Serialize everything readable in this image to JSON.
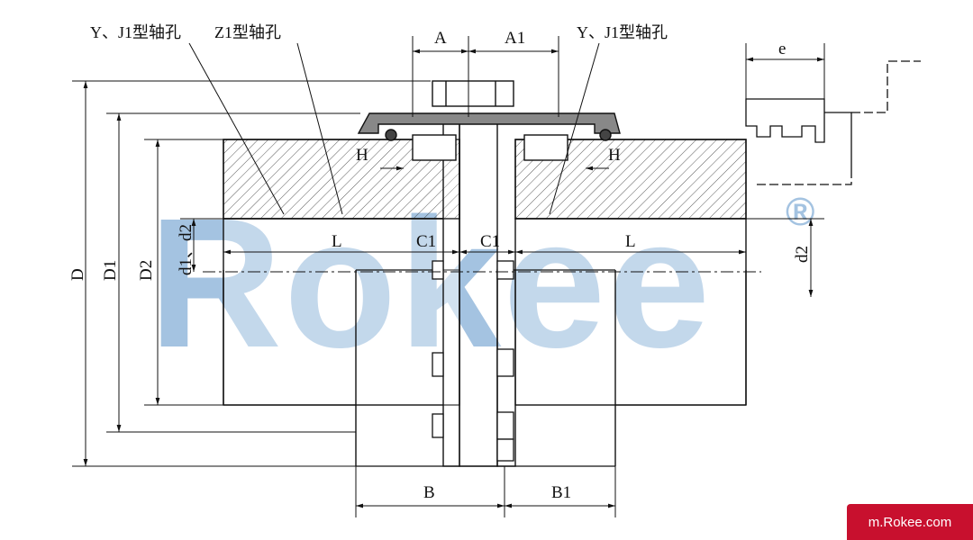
{
  "labels": {
    "left_bore": "Y、J1型轴孔",
    "mid_bore": "Z1型轴孔",
    "right_bore": "Y、J1型轴孔",
    "A": "A",
    "A1": "A1",
    "e": "e",
    "H_left": "H",
    "H_right": "H",
    "L_left": "L",
    "C1_left": "C1",
    "C1_right": "C1",
    "L_right": "L",
    "D": "D",
    "D1": "D1",
    "D2": "D2",
    "d1d2": "d1、d2",
    "d2": "d2",
    "B": "B",
    "B1": "B1"
  },
  "watermark": {
    "text": "Rokee",
    "mark": "®",
    "color": "#5b93c9"
  },
  "badge": {
    "text": "m.Rokee.com",
    "color": "#c8102e"
  }
}
